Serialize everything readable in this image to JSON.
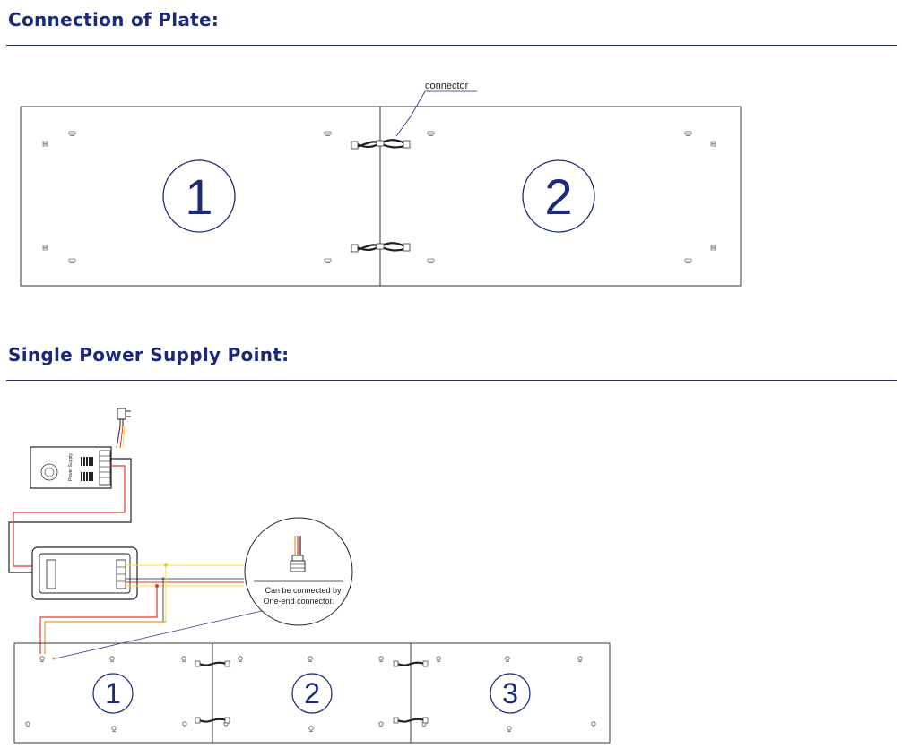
{
  "colors": {
    "heading": "#1b2a78",
    "rule": "#28306e",
    "panel_stroke": "#333333",
    "number_stroke": "#1b2a78",
    "wire_red": "#e03a2e",
    "wire_yellow": "#f2e23a",
    "wire_black": "#222222",
    "wire_orange": "#e8962a",
    "wire_blue": "#2a3a8a"
  },
  "section_connection": {
    "title": "Connection of Plate:",
    "connector_label": "connector",
    "panel_numbers": [
      "1",
      "2"
    ]
  },
  "section_power": {
    "title": "Single Power Supply Point:",
    "psu_label": "Power Supply",
    "callout_line1": "Can be connected by",
    "callout_line2": "One-end connector.",
    "panel_numbers": [
      "1",
      "2",
      "3"
    ]
  }
}
